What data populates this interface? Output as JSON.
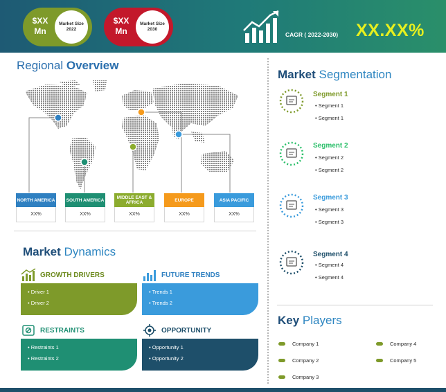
{
  "header": {
    "size_2022": {
      "value": "$XX Mn",
      "label": "Market Size 2022"
    },
    "size_2030": {
      "value": "$XX Mn",
      "label": "Market Size 2030"
    },
    "cagr_label": "CAGR ( 2022-2030)",
    "cagr_value": "XX.XX%"
  },
  "regional": {
    "title_bold": "Regional",
    "title_rest": "Overview",
    "regions": [
      {
        "name": "NORTH AMERICA",
        "value": "XX%",
        "color": "#2f80c1"
      },
      {
        "name": "SOUTH AMERICA",
        "value": "XX%",
        "color": "#1f8f73"
      },
      {
        "name": "MIDDLE EAST & AFRICA",
        "value": "XX%",
        "color": "#8cac2e"
      },
      {
        "name": "EUROPE",
        "value": "XX%",
        "color": "#f59a1c"
      },
      {
        "name": "ASIA PACIFIC",
        "value": "XX%",
        "color": "#3a9bdc"
      }
    ]
  },
  "dynamics": {
    "title_bold": "Market",
    "title_rest": "Dynamics",
    "growth": {
      "title": "GROWTH DRIVERS",
      "items": [
        "Driver 1",
        "Driver 2"
      ],
      "color": "#7e9a2a"
    },
    "trends": {
      "title": "FUTURE TRENDS",
      "items": [
        "Trends 1",
        "Trends 2"
      ],
      "color": "#3a9bdc"
    },
    "restraints": {
      "title": "RESTRAINTS",
      "items": [
        "Restraints 1",
        "Restraints 2"
      ],
      "color": "#1f8f73"
    },
    "opportunity": {
      "title": "OPPORTUNITY",
      "items": [
        "Opportunity 1",
        "Opportunity 2"
      ],
      "color": "#1e4f6a"
    }
  },
  "segmentation": {
    "title_bold": "Market",
    "title_rest": "Segmentation",
    "segments": [
      {
        "name": "Segment 1",
        "items": [
          "Segment 1",
          "Segment 1"
        ],
        "color": "#7e9a2a"
      },
      {
        "name": "Segment 2",
        "items": [
          "Segment 2",
          "Segment 2"
        ],
        "color": "#2bbf6a"
      },
      {
        "name": "Segment 3",
        "items": [
          "Segment 3",
          "Segment 3"
        ],
        "color": "#3a9bdc"
      },
      {
        "name": "Segment 4",
        "items": [
          "Segment 4",
          "Segment 4"
        ],
        "color": "#1e4f6a"
      }
    ]
  },
  "players": {
    "title_bold": "Key",
    "title_rest": "Players",
    "items": [
      "Company 1",
      "Company 2",
      "Company 3",
      "Company 4",
      "Company 5"
    ]
  },
  "icons": [
    "growth-chart-icon",
    "world-map",
    "seg-icon",
    "trend-icon",
    "restraint-icon",
    "opportunity-icon"
  ]
}
